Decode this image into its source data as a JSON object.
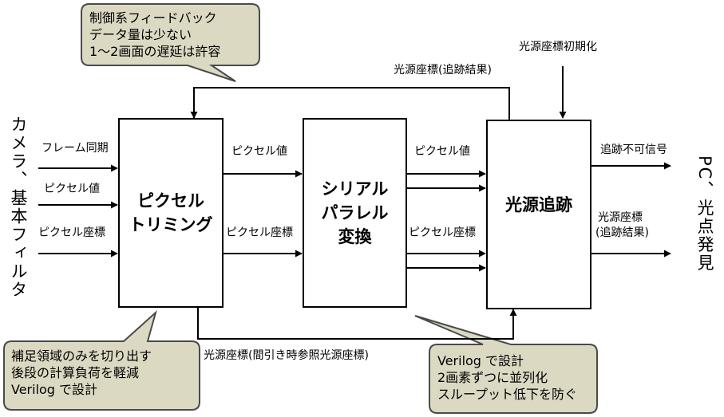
{
  "left_vertical_label": "カメラ、基本フィルタ",
  "right_vertical_label": "PC、光点発見",
  "inputs": {
    "frame_sync": "フレーム同期",
    "pixel_value": "ピクセル値",
    "pixel_coord": "ピクセル座標"
  },
  "blocks": {
    "trimming": [
      "ピクセル",
      "トリミング"
    ],
    "serial_parallel": [
      "シリアル",
      "パラレル",
      "変換"
    ],
    "tracking": [
      "光源追跡"
    ]
  },
  "mid_labels": {
    "pixel_value_1": "ピクセル値",
    "pixel_coord_1": "ピクセル座標",
    "pixel_value_2": "ピクセル値",
    "pixel_coord_2": "ピクセル座標"
  },
  "feedback_label": "光源座標(追跡結果)",
  "init_label": "光源座標初期化",
  "bottom_label": "光源座標(間引き時参照光源座標)",
  "outputs": {
    "not_trackable": "追跡不可信号",
    "result": [
      "光源座標",
      "(追跡結果)"
    ]
  },
  "notes": {
    "feedback_note": [
      "制御系フィードバック",
      "データ量は少ない",
      "1～2画面の遅延は許容"
    ],
    "trimming_note": [
      "補足領域のみを切り出す",
      "後段の計算負荷を軽減",
      "Verilog で設計"
    ],
    "parallel_note": [
      "Verilog で設計",
      "2画素ずつに並列化",
      "スループット低下を防ぐ"
    ]
  },
  "colors": {
    "callout_fill": "#dcd9c3",
    "callout_stroke": "#4a4a4a",
    "line": "#000000"
  }
}
